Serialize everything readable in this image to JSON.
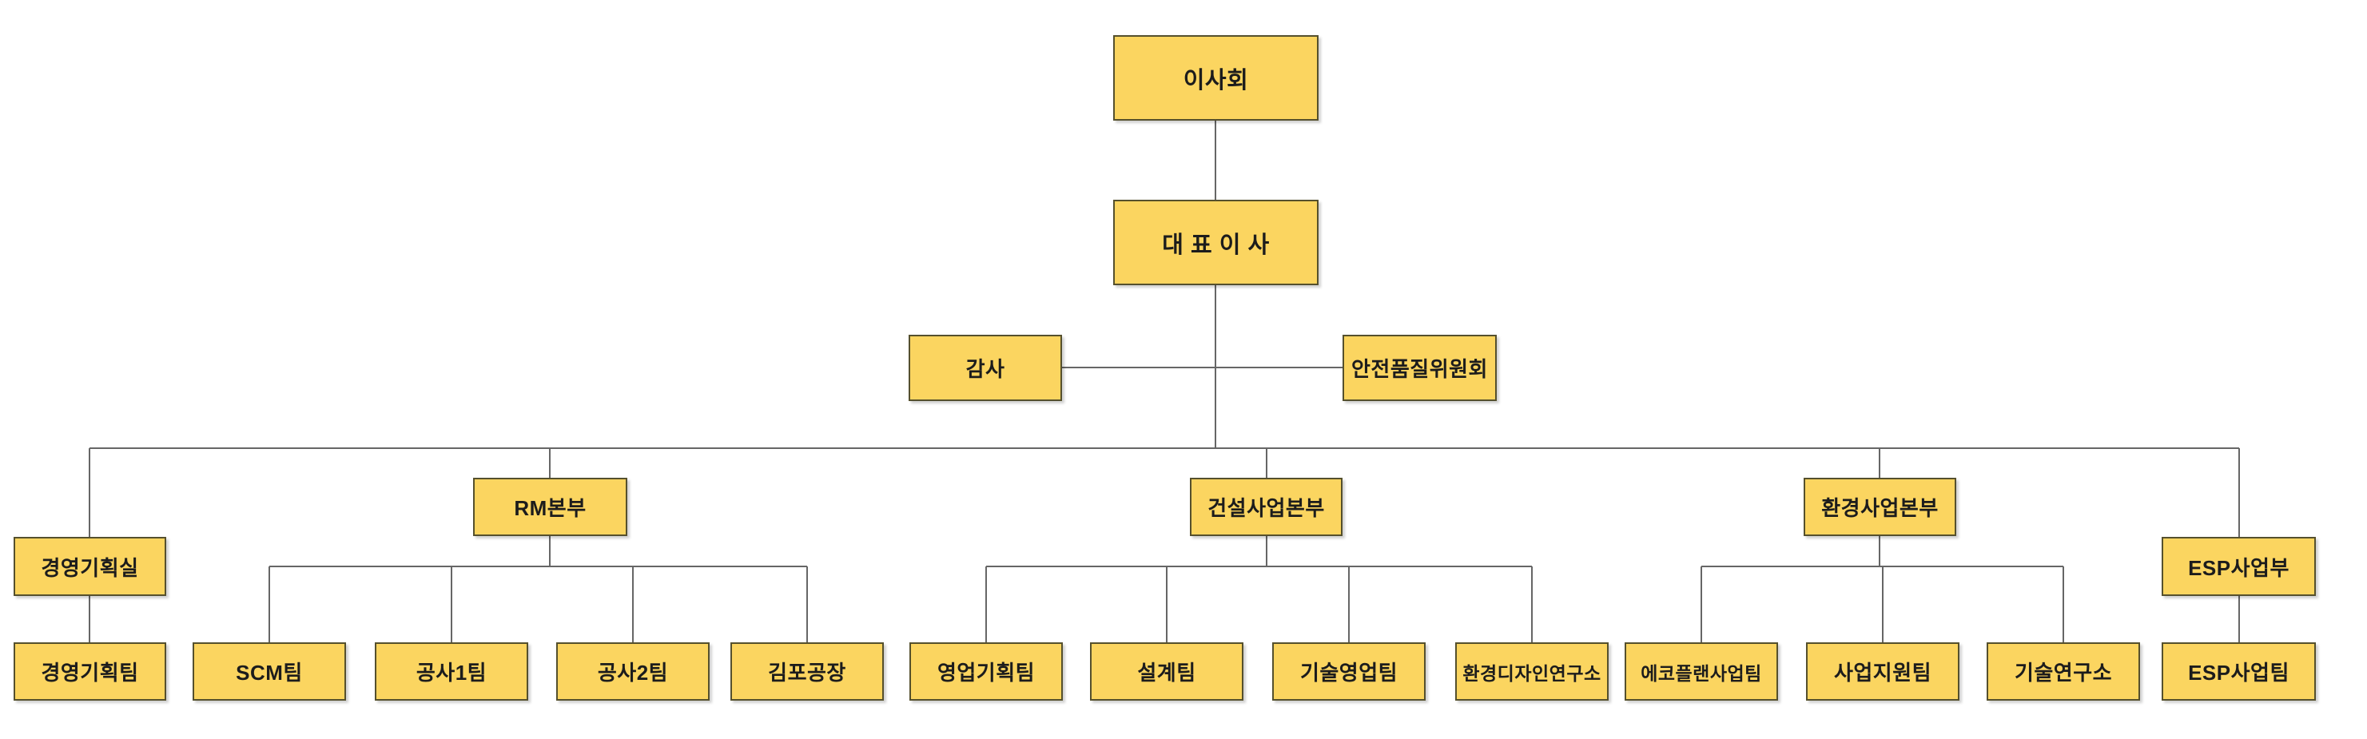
{
  "colors": {
    "background": "#FFFFFF",
    "fill": "#FBD560",
    "border": "#55502D",
    "line": "#666666",
    "text": "#1C1C1C"
  },
  "org": {
    "board": {
      "label": "이사회"
    },
    "ceo": {
      "label": "대 표 이 사"
    },
    "committees": {
      "audit": {
        "label": "감사"
      },
      "safety_quality": {
        "label": "안전품질위원회"
      }
    },
    "divisions": [
      {
        "label": "경영기획실",
        "teams": [
          "경영기획팀"
        ]
      },
      {
        "label": "RM본부",
        "teams": [
          "SCM팀",
          "공사1팀",
          "공사2팀",
          "김포공장"
        ]
      },
      {
        "label": "건설사업본부",
        "teams": [
          "영업기획팀",
          "설계팀",
          "기술영업팀",
          "환경디자인연구소"
        ]
      },
      {
        "label": "환경사업본부",
        "teams": [
          "에코플랜사업팀",
          "사업지원팀",
          "기술연구소"
        ]
      },
      {
        "label": "ESP사업부",
        "teams": [
          "ESP사업팀"
        ]
      }
    ]
  }
}
